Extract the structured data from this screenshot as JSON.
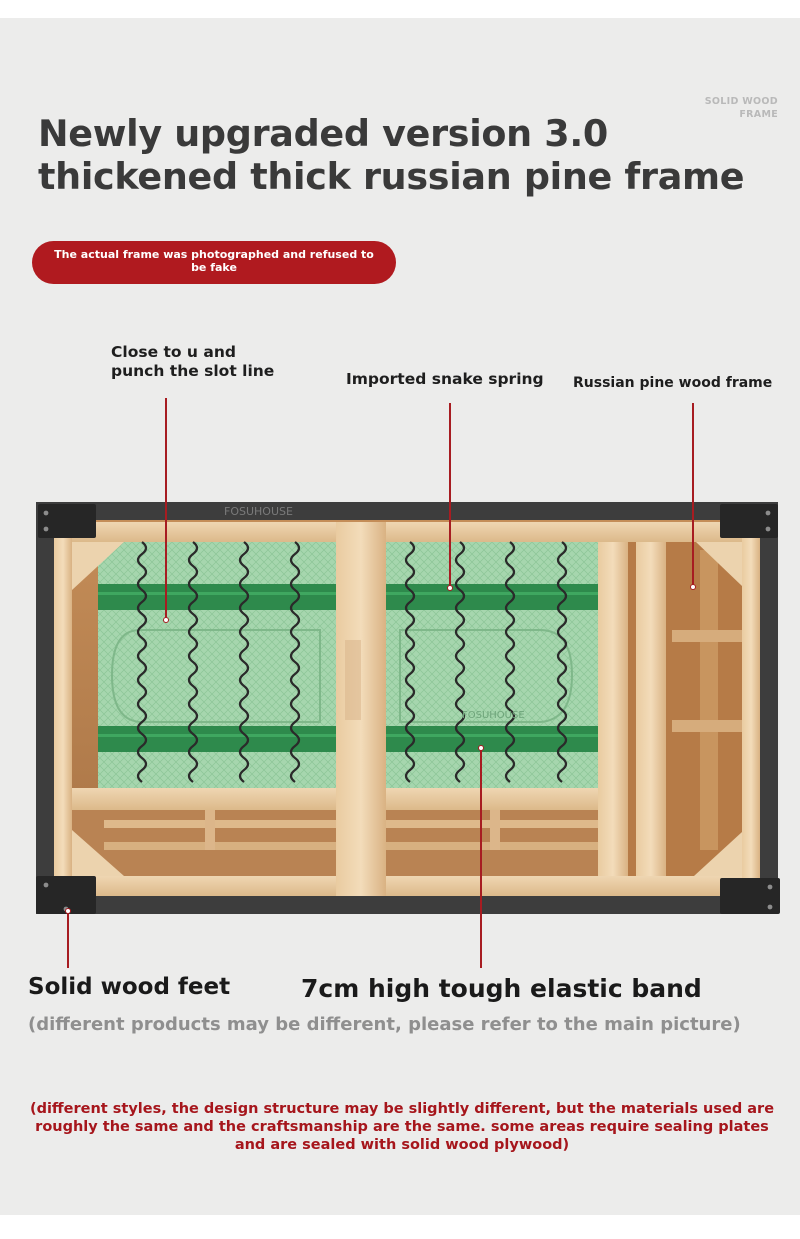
{
  "corner_tag": [
    "SOLID WOOD",
    "FRAME"
  ],
  "title": [
    "Newly upgraded version 3.0",
    "thickened thick russian pine frame"
  ],
  "pill_text": "The actual frame was photographed and refused to be fake",
  "callouts": {
    "slot_line": [
      "Close to u and",
      "punch the slot line"
    ],
    "snake_spring": "Imported snake spring",
    "pine_frame": "Russian pine wood frame"
  },
  "frame_brand": "FOSUHOUSE",
  "frame_brand_2": "FOSUHOUSE",
  "bottom_labels": {
    "feet": "Solid wood feet",
    "band": "7cm high tough elastic band"
  },
  "note_gray": "(different products may be different, please refer to the main picture)",
  "note_red": "(different styles, the design structure may be slightly different, but the materials used are roughly the same and the craftsmanship are the same. some areas require sealing plates and are sealed with solid wood plywood)",
  "colors": {
    "accent_red": "#b01a1f",
    "leader_red": "#a71c21",
    "pine": "#e6c9a0",
    "pine_dark": "#c99a64",
    "webbing_green": "#2f8a4d",
    "mesh_green": "#9fd0a8",
    "metal": "#3a3a3a"
  }
}
